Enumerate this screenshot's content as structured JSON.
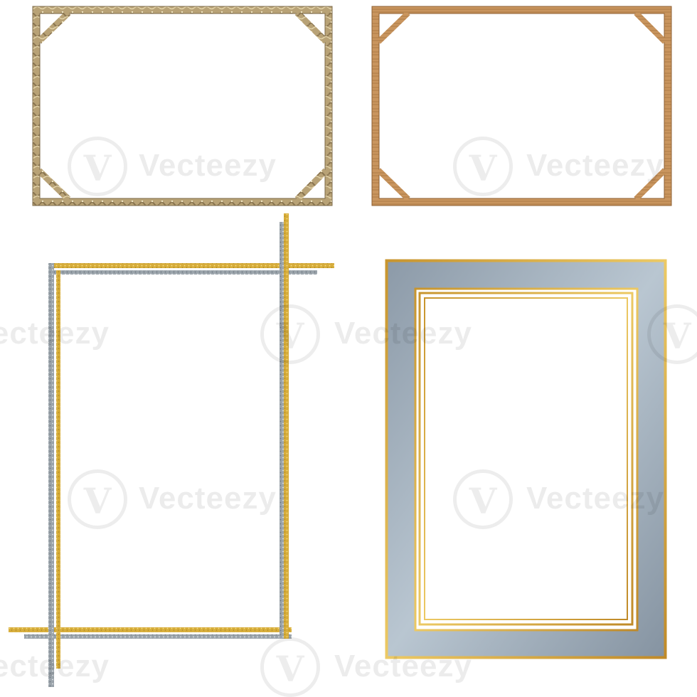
{
  "watermark": {
    "text": "Vecteezy"
  },
  "colors": {
    "background": "#ffffff",
    "gold": "#d3a53a",
    "gold_light": "#e8c55a",
    "silver": "#9aa3aa",
    "silver_dark": "#7f888f",
    "wood": "#c48f58",
    "wood_dark": "#a8743f",
    "ornate_gold": "#b49a6a",
    "blue_panel": "#a9b6c2",
    "blue_panel_dark": "#8796a4"
  },
  "frames": [
    {
      "name": "ornate-gold-frame",
      "style": "ornate gold with corner braces"
    },
    {
      "name": "wooden-frame",
      "style": "wood with corner braces"
    },
    {
      "name": "glitter-line-frame",
      "style": "gold and silver glitter crossing lines"
    },
    {
      "name": "blue-gold-panel-frame",
      "style": "silver-blue panels with gold borders"
    }
  ]
}
